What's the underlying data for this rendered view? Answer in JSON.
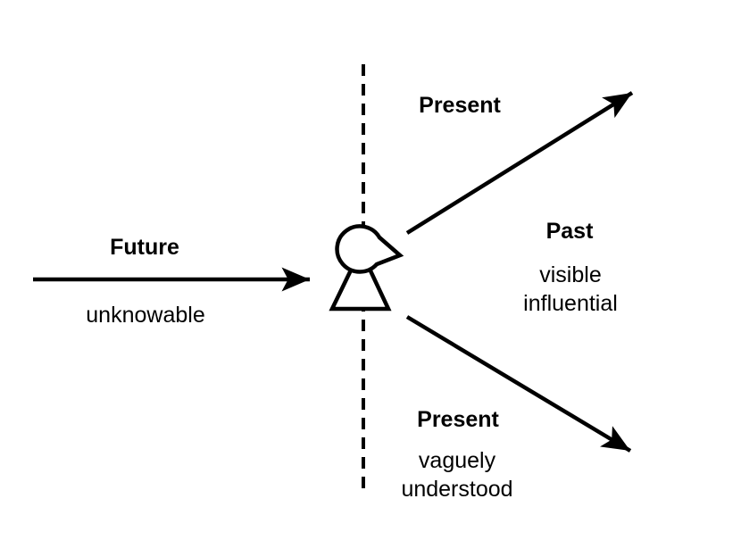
{
  "colors": {
    "ink": "#000000",
    "background": "#ffffff"
  },
  "diagram": {
    "type": "concept-diagram",
    "center_icon": "person-profile-icon",
    "divider": "dashed-vertical-timeline",
    "regions": {
      "future": {
        "title": "Future",
        "subtitle": "unknowable"
      },
      "present_top": {
        "title": "Present"
      },
      "past": {
        "title": "Past",
        "lines": [
          "visible",
          "influential"
        ]
      },
      "present_bottom": {
        "title": "Present",
        "lines": [
          "vaguely",
          "understood"
        ]
      }
    },
    "arrows": [
      {
        "name": "future-arrow",
        "direction": "left-to-center-horizontal"
      },
      {
        "name": "past-upper-arrow",
        "direction": "center-to-upper-right"
      },
      {
        "name": "present-lower-arrow",
        "direction": "center-to-lower-right"
      }
    ]
  }
}
